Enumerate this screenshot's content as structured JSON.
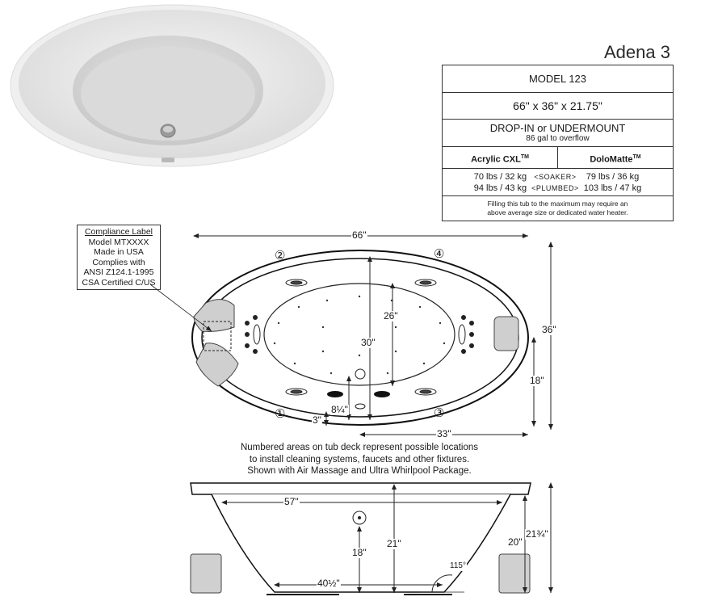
{
  "product": {
    "title": "Adena 3"
  },
  "spec_table": {
    "model": "MODEL 123",
    "dimensions": "66\" x 36\" x 21.75\"",
    "install_type": "DROP-IN or UNDERMOUNT",
    "capacity": "86 gal to overflow",
    "material_1": "Acrylic CXL",
    "material_2": "DoloMatte",
    "tm": "TM",
    "soaker_label": "<SOAKER>",
    "plumbed_label": "<PLUMBED>",
    "m1_soaker": "70 lbs / 32 kg",
    "m1_plumbed": "94 lbs / 43 kg",
    "m2_soaker": "79 lbs / 36 kg",
    "m2_plumbed": "103 lbs / 47 kg",
    "note_line1": "Filling this tub to the maximum may require an",
    "note_line2": "above average size or dedicated water heater."
  },
  "compliance_label": {
    "title": "Compliance Label",
    "lines": [
      "Model MTXXXX",
      "Made in USA",
      "Complies with",
      "ANSI Z124.1-1995",
      "CSA Certified C/US"
    ]
  },
  "top_view": {
    "width_label": "66\"",
    "height_label": "36\"",
    "inner_height_label": "30\"",
    "basin_height_label": "26\"",
    "half_height_label": "18\"",
    "half_width_label": "33\"",
    "offset_label": "8¼\"",
    "deck_label": "3\"",
    "deck_positions": [
      "①",
      "②",
      "③",
      "④"
    ]
  },
  "caption": {
    "line1": "Numbered areas on tub deck represent possible locations",
    "line2": "to install cleaning systems, faucets and other fixtures.",
    "line3": "Shown with Air Massage and Ultra Whirlpool Package."
  },
  "side_view": {
    "top_length_label": "57\"",
    "bottom_length_label": "40½\"",
    "depth_label": "21\"",
    "drain_height_label": "18\"",
    "rim_height_label": "20\"",
    "total_height_label": "21¾\"",
    "angle_label": "115°"
  }
}
